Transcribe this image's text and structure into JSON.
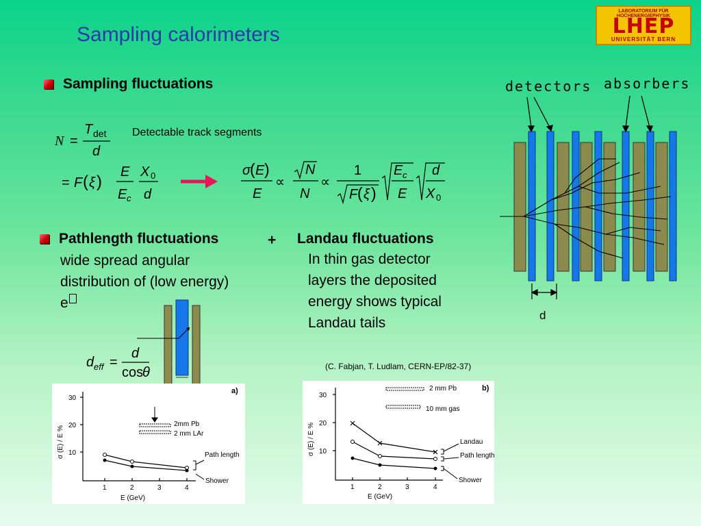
{
  "slide": {
    "title": "Sampling calorimeters",
    "logo": {
      "top_text": "LABORATORIUM FÜR HOCHENERGIEPHYSIK",
      "main_text": "LHEP",
      "bottom_text": "UNIVERSITÄT BERN"
    },
    "section1": {
      "heading": "Sampling fluctuations",
      "formula1_note": "Detectable track segments"
    },
    "diagram": {
      "label_detectors": "detectors",
      "label_absorbers": "absorbers",
      "label_d": "d"
    },
    "section2": {
      "heading_left": "Pathlength fluctuations",
      "plus": "+",
      "heading_right": "Landau fluctuations",
      "left_text_line1": "wide spread angular",
      "left_text_line2": "distribution of (low energy)",
      "left_text_line3": "e",
      "right_text_line1": "In thin gas detector",
      "right_text_line2": "layers the deposited",
      "right_text_line3": "energy shows typical",
      "right_text_line4": "Landau tails",
      "small_diagram_label": "d",
      "citation": "(C. Fabjan, T. Ludlam, CERN-EP/82-37)"
    },
    "plot_a": {
      "panel": "a)",
      "ylabel": "σ (E) / E  %",
      "xlabel": "E (GeV)",
      "yticks": [
        "10",
        "20",
        "30"
      ],
      "xticks": [
        "1",
        "2",
        "3",
        "4"
      ],
      "legend1": "2mm  Pb",
      "legend2": "2 mm  LAr",
      "label_path": "Path length",
      "label_shower": "Shower"
    },
    "plot_b": {
      "panel": "b)",
      "ylabel": "σ (E) / E  %",
      "xlabel": "E (GeV)",
      "yticks": [
        "10",
        "20",
        "30"
      ],
      "xticks": [
        "1",
        "2",
        "3",
        "4"
      ],
      "legend1": "2 mm  Pb",
      "legend2": "10 mm  gas",
      "label_landau": "Landau",
      "label_path": "Path length",
      "label_shower": "Shower"
    }
  }
}
